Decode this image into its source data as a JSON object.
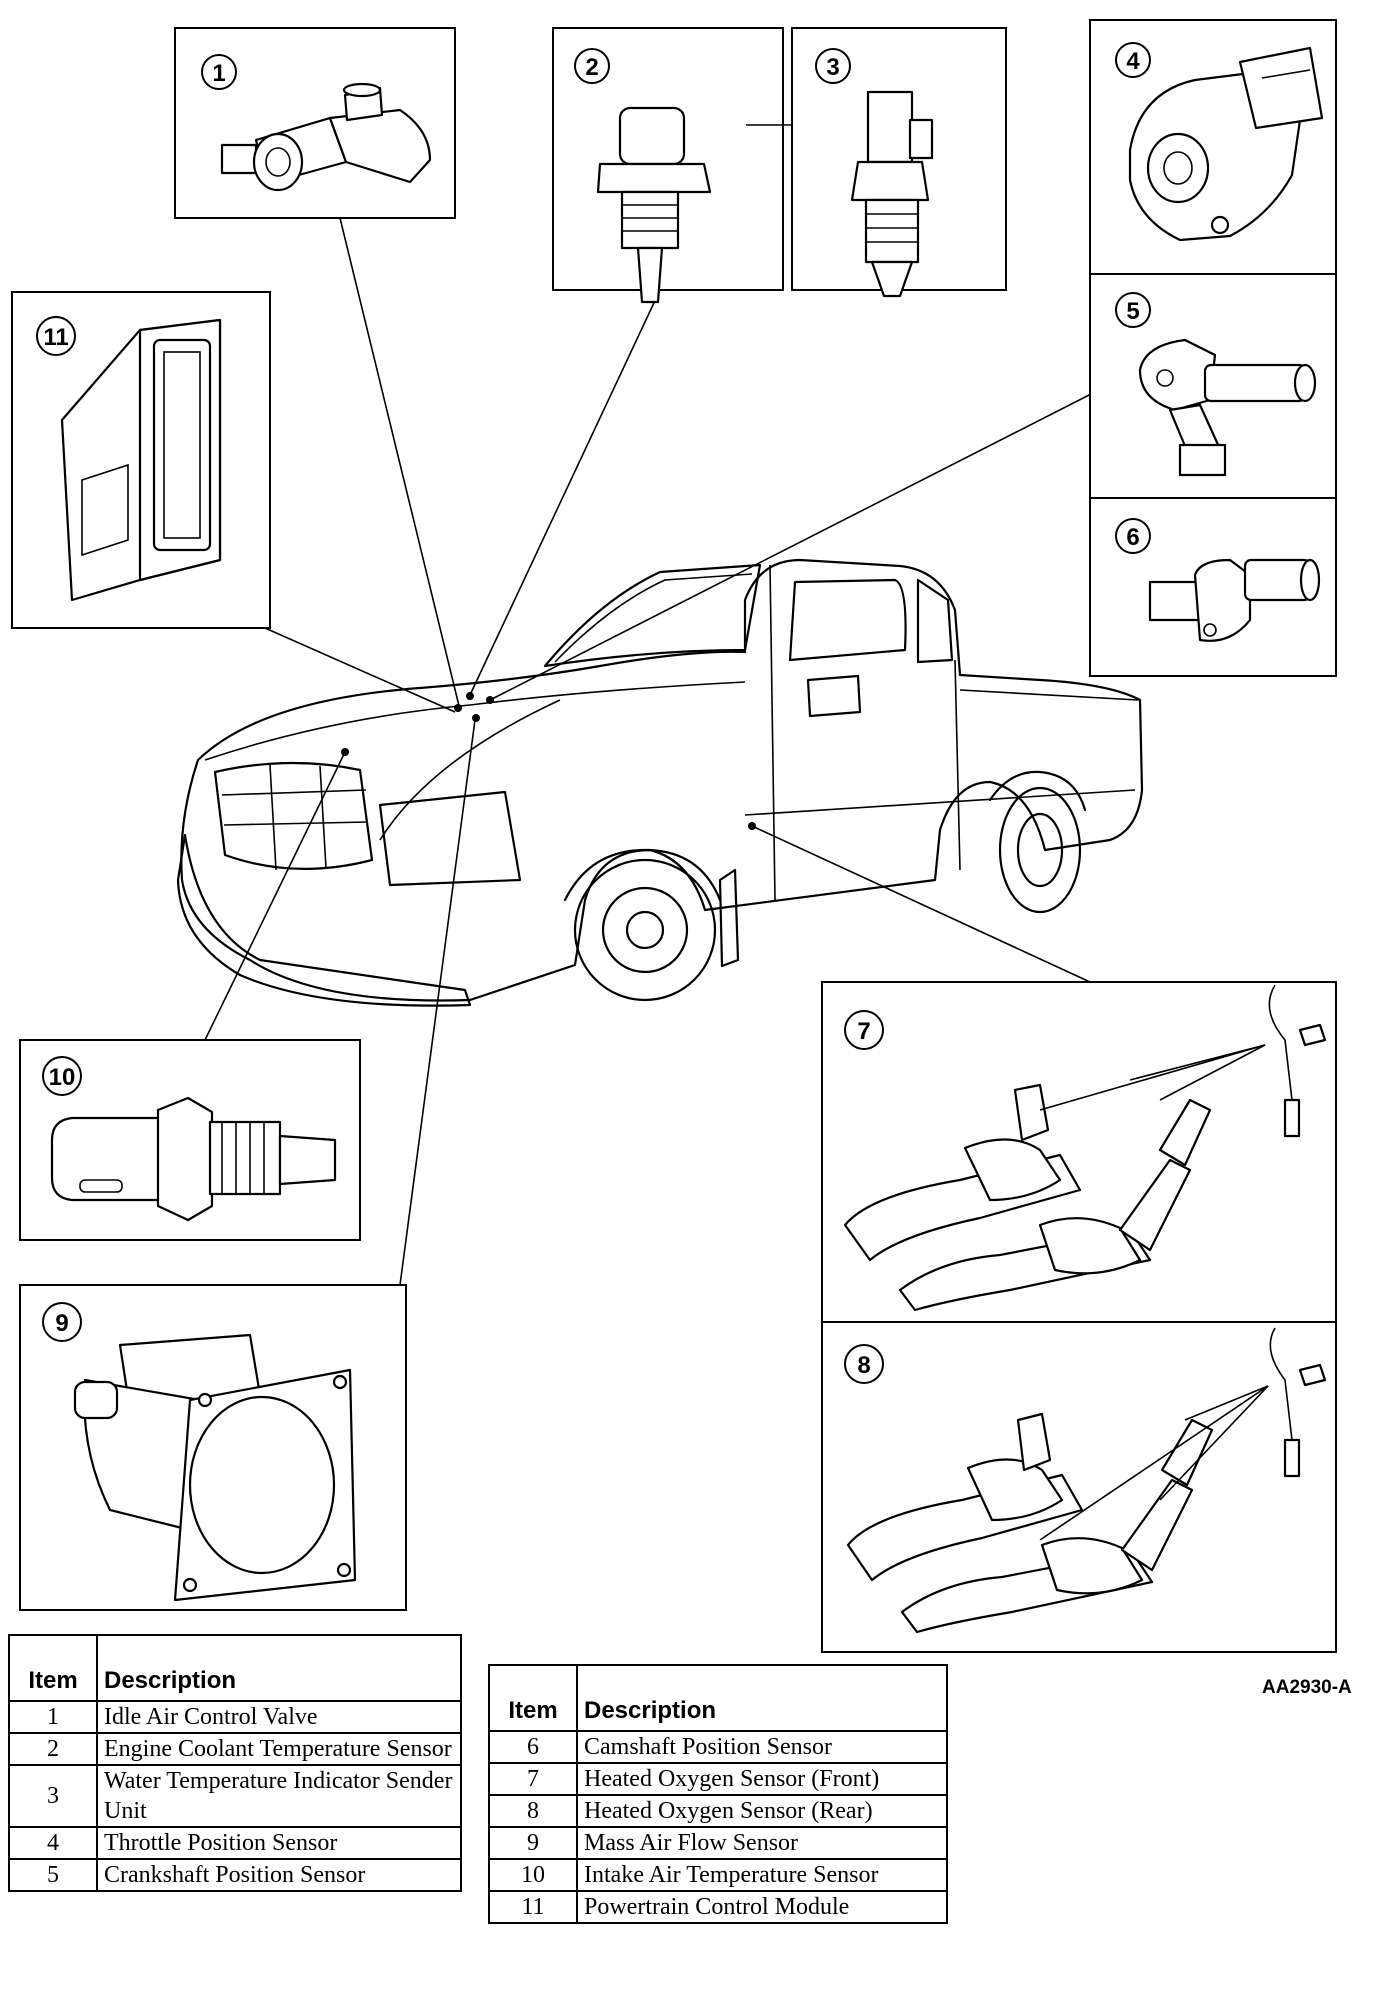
{
  "callouts": [
    "1",
    "2",
    "3",
    "4",
    "5",
    "6",
    "7",
    "8",
    "9",
    "10",
    "11"
  ],
  "reference": "AA2930-A",
  "legend": {
    "item_header": "Item",
    "desc_header": "Description",
    "left_rows": [
      {
        "item": "1",
        "desc": "Idle Air Control Valve"
      },
      {
        "item": "2",
        "desc": "Engine Coolant Temperature Sensor"
      },
      {
        "item": "3",
        "desc": "Water Temperature Indicator Sender Unit"
      },
      {
        "item": "4",
        "desc": "Throttle Position Sensor"
      },
      {
        "item": "5",
        "desc": "Crankshaft Position Sensor"
      }
    ],
    "right_rows": [
      {
        "item": "6",
        "desc": "Camshaft Position Sensor"
      },
      {
        "item": "7",
        "desc": "Heated Oxygen Sensor (Front)"
      },
      {
        "item": "8",
        "desc": "Heated Oxygen Sensor (Rear)"
      },
      {
        "item": "9",
        "desc": "Mass Air Flow Sensor"
      },
      {
        "item": "10",
        "desc": "Intake Air Temperature Sensor"
      },
      {
        "item": "11",
        "desc": "Powertrain Control Module"
      }
    ]
  }
}
